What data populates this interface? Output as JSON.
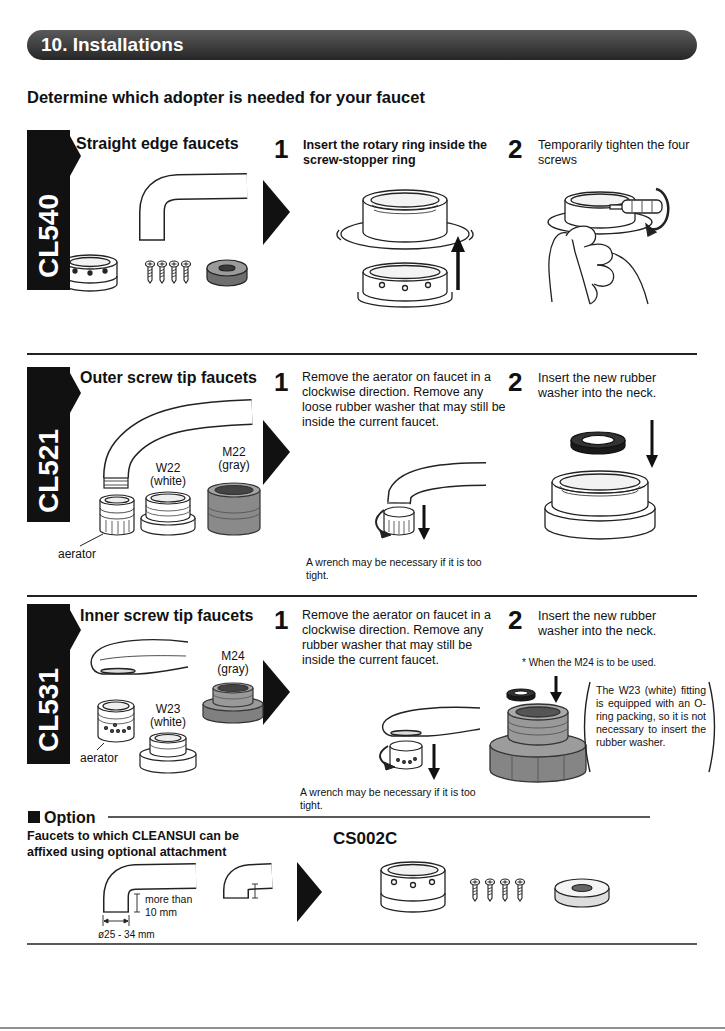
{
  "diagram": {
    "title": "10. Installations",
    "nodes": [
      {
        "text": [
          "CL540"
        ]
      },
      {
        "text": [
          "CL521"
        ]
      },
      {
        "text": [
          "CL531"
        ]
      }
    ],
    "labels": [
      "Determine which adopter is needed for your faucet",
      "Straight edge faucets",
      "1",
      "Insert the rotary ring inside the screw-stopper ring",
      "2",
      "Temporarily tighten the four screws",
      "Outer screw tip faucets",
      "W22 (white)",
      "M22 (gray)",
      "aerator",
      "1",
      "Remove the aerator on faucet in a clockwise direction. Remove any loose rubber washer that may still be inside the current faucet.",
      "A wrench may be necessary if it is too tight.",
      "2",
      "Insert the new rubber washer into the neck.",
      "Inner screw tip faucets",
      "M24 (gray)",
      "W23 (white)",
      "aerator",
      "1",
      "Remove the aerator on faucet in a clockwise direction. Remove any rubber washer that may still be inside the current faucet.",
      "A wrench may be necessary if it is too tight.",
      "2",
      "Insert the new rubber washer into the neck.",
      "* When the M24 is to be used.",
      "The W23 (white) fitting is equipped with an O-ring packing, so it is not necessary to insert the rubber washer.",
      "Option",
      "Faucets to which CLEANSUI can be affixed using optional attachment",
      "more than 10 mm",
      "ø25 - 34 mm",
      "CS002C"
    ]
  }
}
